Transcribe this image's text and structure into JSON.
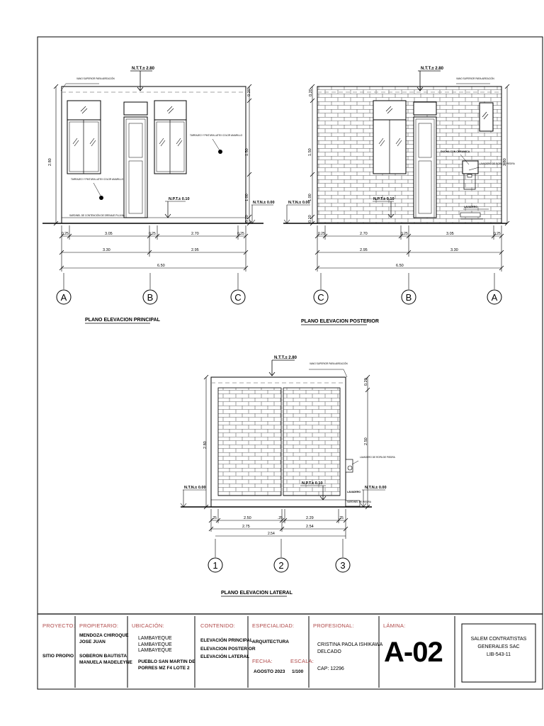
{
  "drawings": {
    "front": {
      "title": "PLANO ELEVACION PRINCIPAL",
      "ntt": "N.T.T.± 2.80",
      "npt": "N.P.T.± 0.10",
      "ntn_right": "N.T.N.± 0.00",
      "note_top": "VANO SUPERIOR PARA AIREACIÓN",
      "note_mid": "TARRAJEO Y PINTURA LATEX COLOR AMARILLO",
      "note_left": "TARRAJEO Y PINTURA LATEX COLOR AMARILLO",
      "note_bottom": "SARDINEL DE CONTENCIÓN DE DRENAJE PLUVIAL",
      "dims_vertical": [
        "0.20",
        "1.50",
        "1.00",
        "0.10"
      ],
      "dim_total_height": "2.80",
      "dims_row1": [
        "0.25",
        "3.05",
        "0.25",
        "2.70",
        "0.25"
      ],
      "dims_row2": [
        "3.30",
        "2.95"
      ],
      "dim_total": "6.50",
      "axes": [
        "A",
        "B",
        "C"
      ]
    },
    "rear": {
      "title": "PLANO ELEVACION POSTERIOR",
      "ntt": "N.T.T.± 2.80",
      "npt": "N.P.T.± 0.10",
      "ntn_left": "N.T.N.± 0.00",
      "note_top": "VANO SUPERIOR PARA AIREACIÓN",
      "note_pipe": "DUCHA CON CERAMICA",
      "note_tank": "LAVADERO DE ROPA DE PIEDRA",
      "note_sink": "LAVADERO",
      "dims_vertical": [
        "0.20",
        "1.50",
        "1.00",
        "0.10"
      ],
      "dim_total_height": "2.80",
      "dims_row1": [
        "0.25",
        "2.70",
        "0.25",
        "3.05",
        "0.25"
      ],
      "dims_row2": [
        "2.95",
        "3.30"
      ],
      "dim_total": "6.50",
      "axes": [
        "C",
        "B",
        "A"
      ]
    },
    "side": {
      "title": "PLANO ELEVACION LATERAL",
      "ntt": "N.T.T.± 2.80",
      "npt": "N.P.T.± 0.10",
      "ntn_left": "N.T.N.± 0.00",
      "ntn_right": "N.T.N.± 0.00",
      "note_top": "VANO SUPERIOR PARA AIREACIÓN",
      "note_tank": "LAVADERO DE ROPA DE PIEDRA",
      "note_sink": "LAVADERO",
      "note_drain": "SARDINEL DE PIEDRA",
      "dims_vertical": [
        "0.20",
        "2.50"
      ],
      "dim_total_height": "2.80",
      "dims_row1": [
        ".25",
        "2.50",
        ".25",
        "2.29",
        ".25"
      ],
      "dims_row2": [
        "2.75",
        "2.54"
      ],
      "dim_total": "2.54",
      "axes": [
        "1",
        "2",
        "3"
      ]
    }
  },
  "title_block": {
    "proyecto_label": "PROYECTO:",
    "proyecto": "SITIO PROPIO",
    "propietario_label": "PROPIETARIO:",
    "propietario_1": "MENDOZA CHIROQUE\nJOSE JUAN",
    "propietario_2": "SOBERON BAUTISTA\nMANUELA MADELEYNE",
    "ubicacion_label": "UBICACIÓN:",
    "ubicacion_1": "LAMBAYEQUE\nLAMBAYEQUE\nLAMBAYEQUE",
    "ubicacion_2": "PUEBLO SAN MARTIN DE\nPORRES MZ F4 LOTE 2",
    "contenido_label": "CONTENIDO:",
    "contenido": "ELEVACIÓN PRINCIPAL\nELEVACION POSTERIOR\nELEVACIÓN LATERAL",
    "especialidad_label": "ESPECIALIDAD:",
    "especialidad": "ARQUITECTURA",
    "fecha_label": "FECHA:",
    "fecha": "AGOSTO 2023",
    "escala_label": "ESCALA:",
    "escala": "1/100",
    "profesional_label": "PROFESIONAL:",
    "profesional": "CRISTINA PAOLA ISHIKAWA\nDELCADO",
    "cap": "CAP: 12296",
    "lamina_label": "LÁMINA:",
    "lamina": "A-02",
    "empresa": "SALEM CONTRATISTAS\nGENERALES SAC\nLIB-543-11"
  },
  "colors": {
    "line": "#000000",
    "label_red": "#b04a4a"
  }
}
